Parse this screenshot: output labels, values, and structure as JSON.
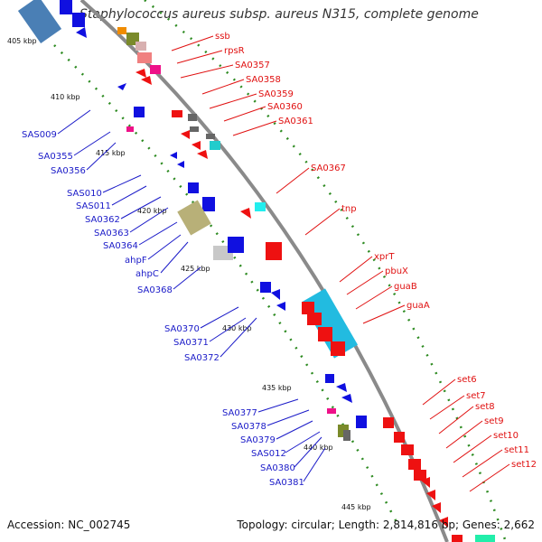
{
  "title": "Staphylococcus aureus subsp. aureus N315, complete genome",
  "footer": {
    "accession": "Accession: NC_002745",
    "stats": "Topology: circular; Length: 2,814,816 bp; Genes: 2,662"
  },
  "colors": {
    "backbone": "#8a8a8a",
    "forward_feature": "#1010e0",
    "reverse_feature": "#ee1111",
    "label_blue": "#1a1ac8",
    "label_red": "#e01010",
    "dots": "#2e8b22"
  },
  "tick_labels": [
    "405 kbp",
    "410 kbp",
    "415 kbp",
    "420 kbp",
    "425 kbp",
    "430 kbp",
    "435 kbp",
    "440 kbp",
    "445 kbp"
  ],
  "left_labels": [
    "SAS009",
    "SA0355",
    "SA0356",
    "SAS010",
    "SAS011",
    "SA0362",
    "SA0363",
    "SA0364",
    "ahpF",
    "ahpC",
    "SA0368",
    "SA0370",
    "SA0371",
    "SA0372",
    "SA0377",
    "SA0378",
    "SA0379",
    "SAS012",
    "SA0380",
    "SA0381"
  ],
  "right_labels": [
    "ssb",
    "rpsR",
    "SA0357",
    "SA0358",
    "SA0359",
    "SA0360",
    "SA0361",
    "SA0367",
    "tnp",
    "xprT",
    "pbuX",
    "guaB",
    "guaA",
    "set6",
    "set7",
    "set8",
    "set9",
    "set10",
    "set11",
    "set12"
  ]
}
